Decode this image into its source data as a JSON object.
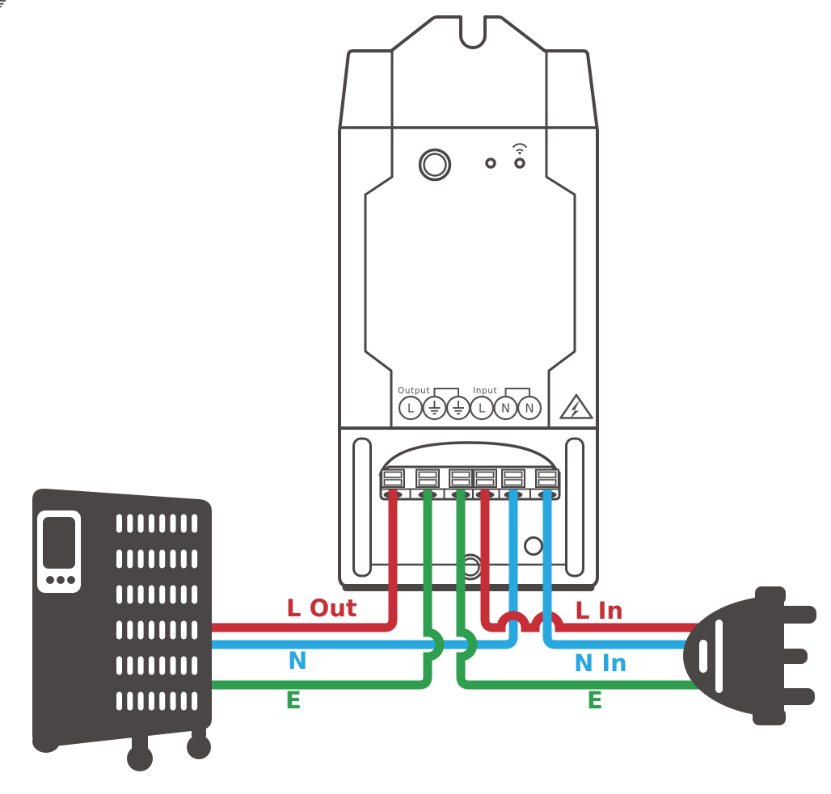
{
  "colors": {
    "live": "#c62f38",
    "neutral": "#29a8e0",
    "earth": "#2f9e4e",
    "outline": "#4a4645",
    "label-gray": "#55514e",
    "block-gray": "#c7c7c7",
    "block-unit-gray": "#dcdcdc"
  },
  "device": {
    "output_group_label": "Output",
    "input_group_label": "Input",
    "terminals": [
      {
        "symbol": "L",
        "type": "live-output"
      },
      {
        "symbol": "earth",
        "type": "earth"
      },
      {
        "symbol": "earth",
        "type": "earth"
      },
      {
        "symbol": "L",
        "type": "live-input"
      },
      {
        "symbol": "N",
        "type": "neutral"
      },
      {
        "symbol": "N",
        "type": "neutral"
      }
    ]
  },
  "wires": {
    "left": [
      {
        "label": "L Out",
        "type": "live"
      },
      {
        "label": "N",
        "type": "neutral"
      },
      {
        "label": "E",
        "type": "earth"
      }
    ],
    "right": [
      {
        "label": "L In",
        "type": "live"
      },
      {
        "label": "N In",
        "type": "neutral"
      },
      {
        "label": "E",
        "type": "earth"
      }
    ]
  }
}
